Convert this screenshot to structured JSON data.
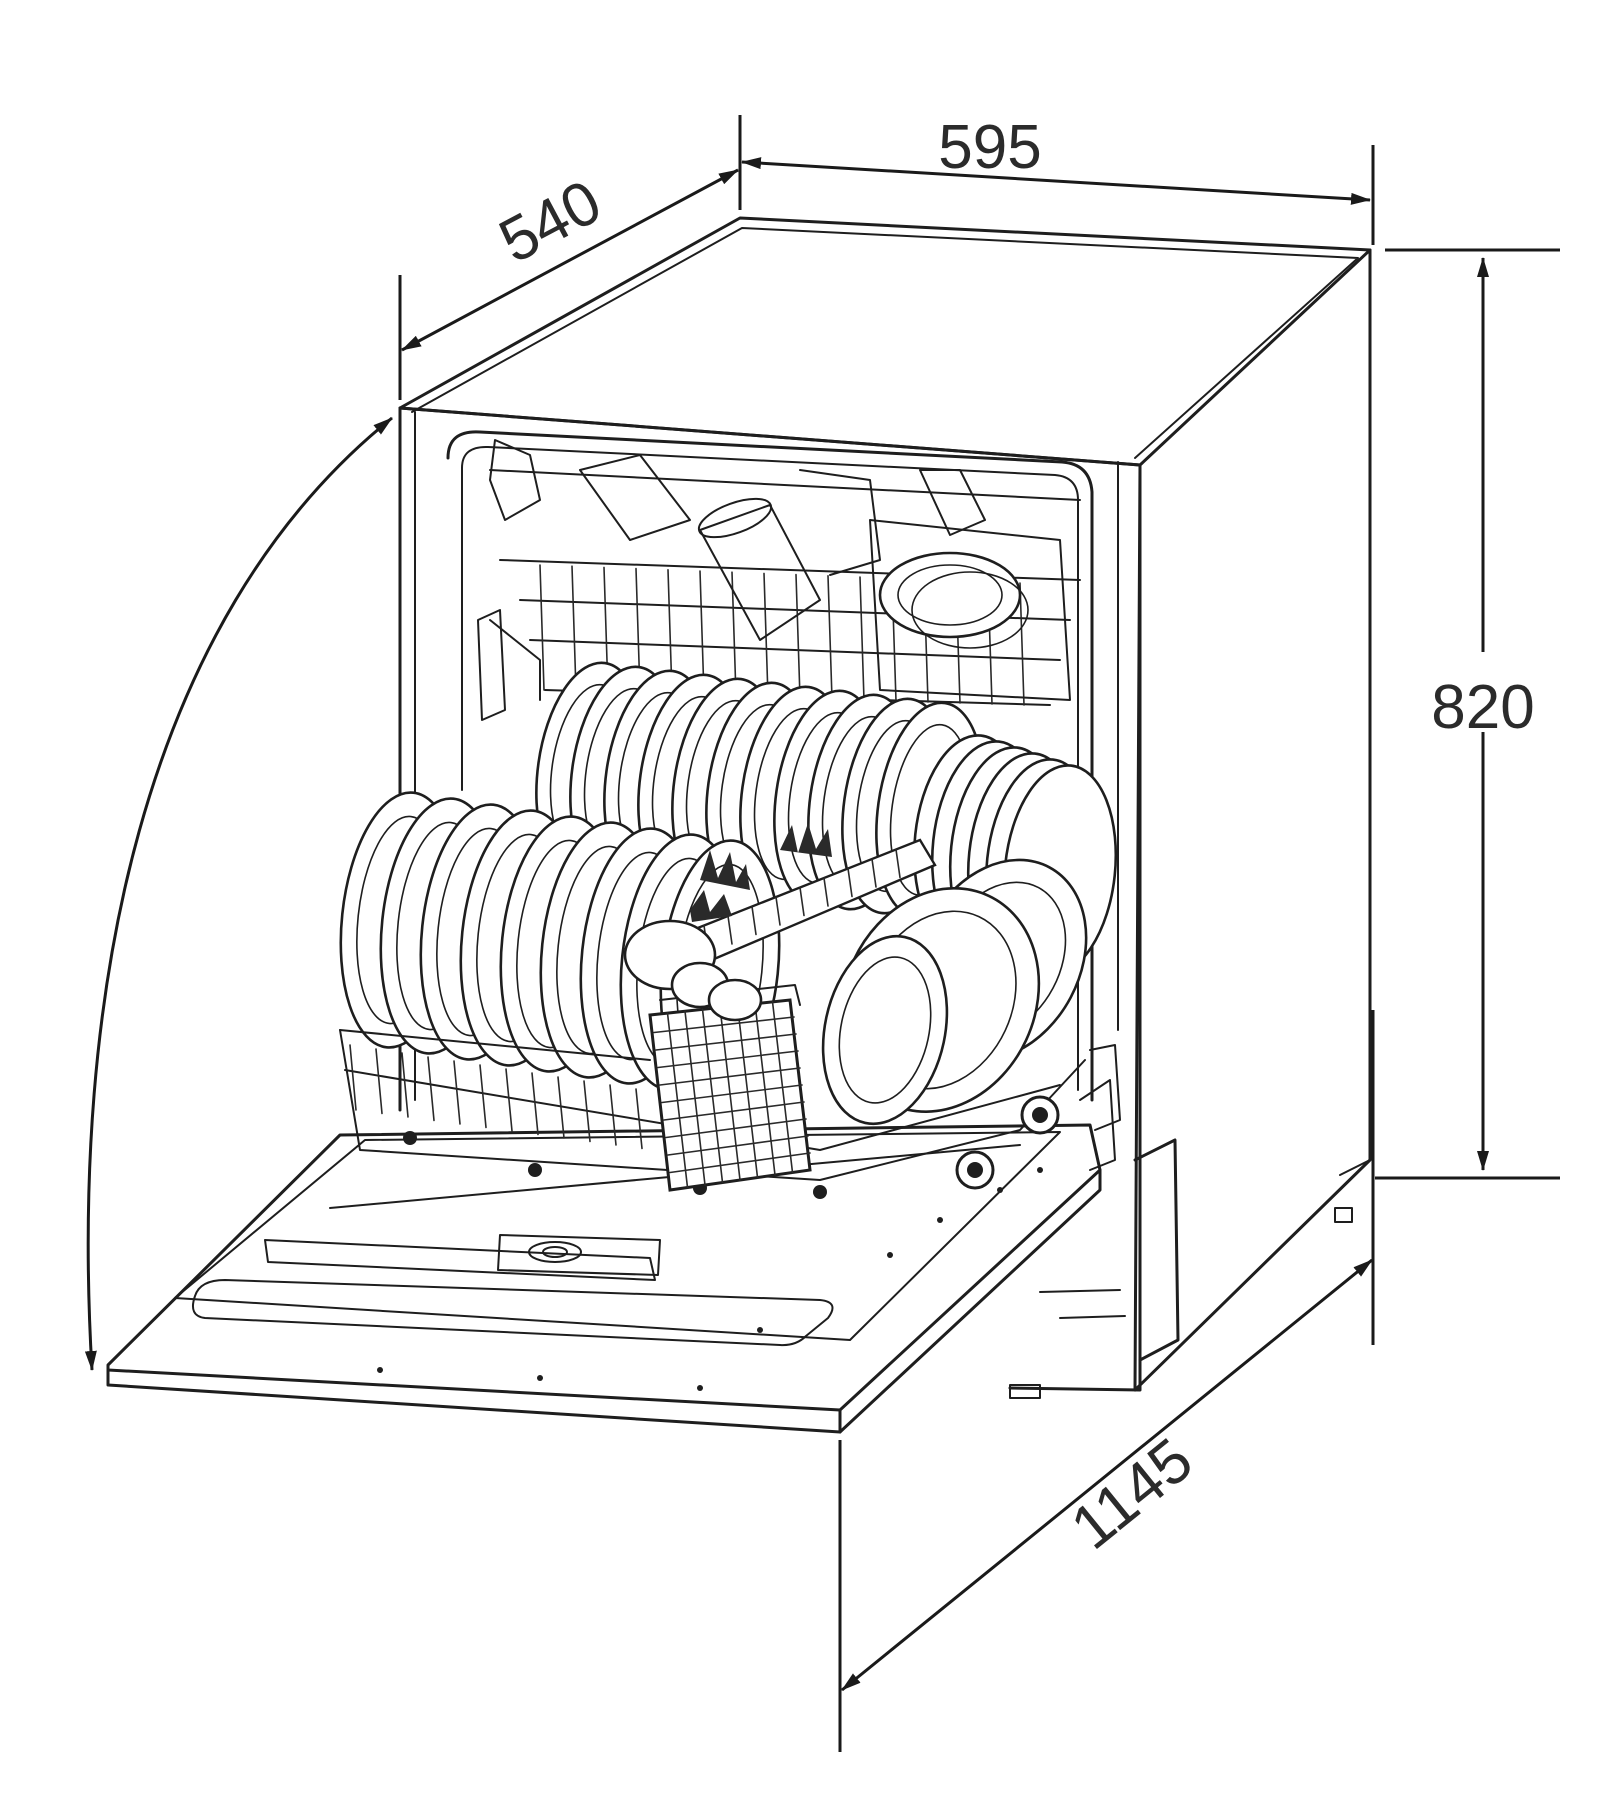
{
  "dimensions": {
    "width": "595",
    "depth": "540",
    "height": "820",
    "door_open_depth": "1145"
  }
}
